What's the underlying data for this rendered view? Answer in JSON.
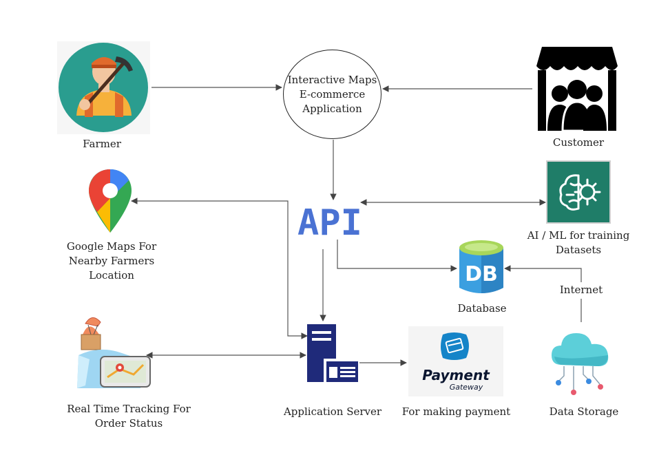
{
  "nodes": {
    "app": {
      "lines": [
        "Interactive Maps",
        "E-commerce",
        "Application"
      ]
    },
    "farmer": {
      "label": "Farmer"
    },
    "customer": {
      "label": "Customer"
    },
    "api": {
      "label": "API"
    },
    "ai": {
      "lines": [
        "AI / ML for training",
        "Datasets"
      ]
    },
    "maps": {
      "lines": [
        "Google Maps For",
        "Nearby Farmers",
        "Location"
      ]
    },
    "db": {
      "icon_text": "DB",
      "label": "Database"
    },
    "tracking": {
      "lines": [
        "Real Time Tracking For",
        "Order Status"
      ]
    },
    "server": {
      "label": "Application Server"
    },
    "payment": {
      "brand": "Payment",
      "sub": "Gateway",
      "label": "For making payment"
    },
    "storage": {
      "label": "Data Storage"
    }
  },
  "edges": {
    "internet": "Internet"
  },
  "colors": {
    "farmer_bg": "#2a9d8f",
    "api_blue": "#4a72d3",
    "ai_green": "#1f7d68",
    "db_green": "#a8d65a",
    "db_blue": "#3b9fe0",
    "server_navy": "#1f2a7a",
    "payment_blue": "#1584c8",
    "cloud": "#5ccfd9"
  }
}
